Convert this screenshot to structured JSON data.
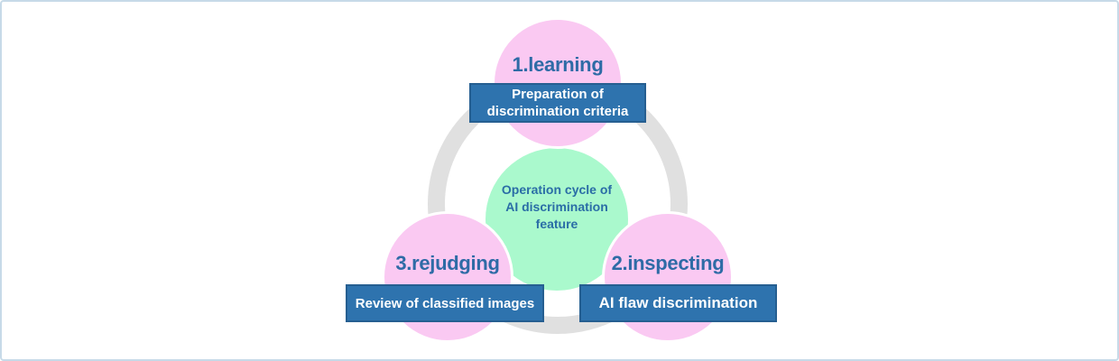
{
  "diagram": {
    "center": {
      "label_lines": [
        "Operation cycle of",
        "AI discrimination",
        "feature"
      ]
    },
    "steps": [
      {
        "title": "1.learning",
        "box_lines": [
          "Preparation of",
          "discrimination criteria"
        ]
      },
      {
        "title": "2.inspecting",
        "box_lines": [
          "AI flaw discrimination"
        ]
      },
      {
        "title": "3.rejudging",
        "box_lines": [
          "Review of classified images"
        ]
      }
    ]
  },
  "colors": {
    "step_circle_pink": "#fac9f2",
    "center_circle_green": "#aaf9cd",
    "description_box_blue": "#2e73ae",
    "cycle_ring_gray": "#e0e0e0",
    "title_text_blue": "#2e6ba6",
    "frame_border_blue": "#c7dae8"
  }
}
